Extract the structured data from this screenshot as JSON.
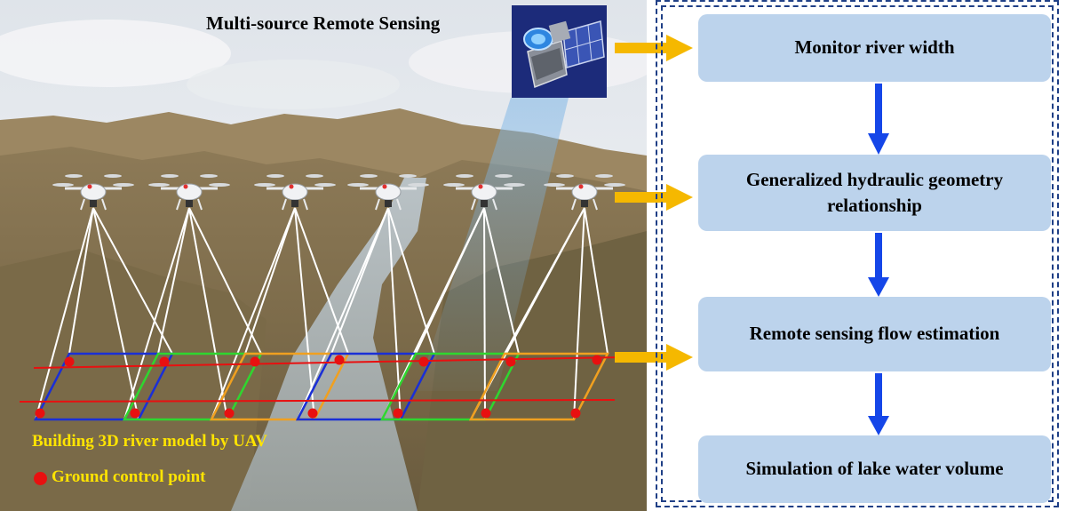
{
  "top_label": "Multi-source Remote Sensing",
  "uav_label": "Building 3D river model by UAV",
  "gcp_label": "Ground control point",
  "workflow": {
    "steps": [
      "Monitor river width",
      "Generalized hydraulic geometry relationship",
      "Remote sensing flow estimation",
      "Simulation of lake water volume"
    ]
  },
  "icons": {
    "satellite": "satellite-icon",
    "drone": "drone-icon",
    "arrow_right": "yellow-arrow-right-icon",
    "arrow_down": "blue-arrow-down-icon"
  },
  "colors": {
    "step_fill": "#bcd3ec",
    "down_arrow": "#1546e8",
    "side_arrow": "#f5b800",
    "label_yellow": "#ffe400",
    "gcp_red": "#e81010",
    "frame": "#1f3f86"
  }
}
